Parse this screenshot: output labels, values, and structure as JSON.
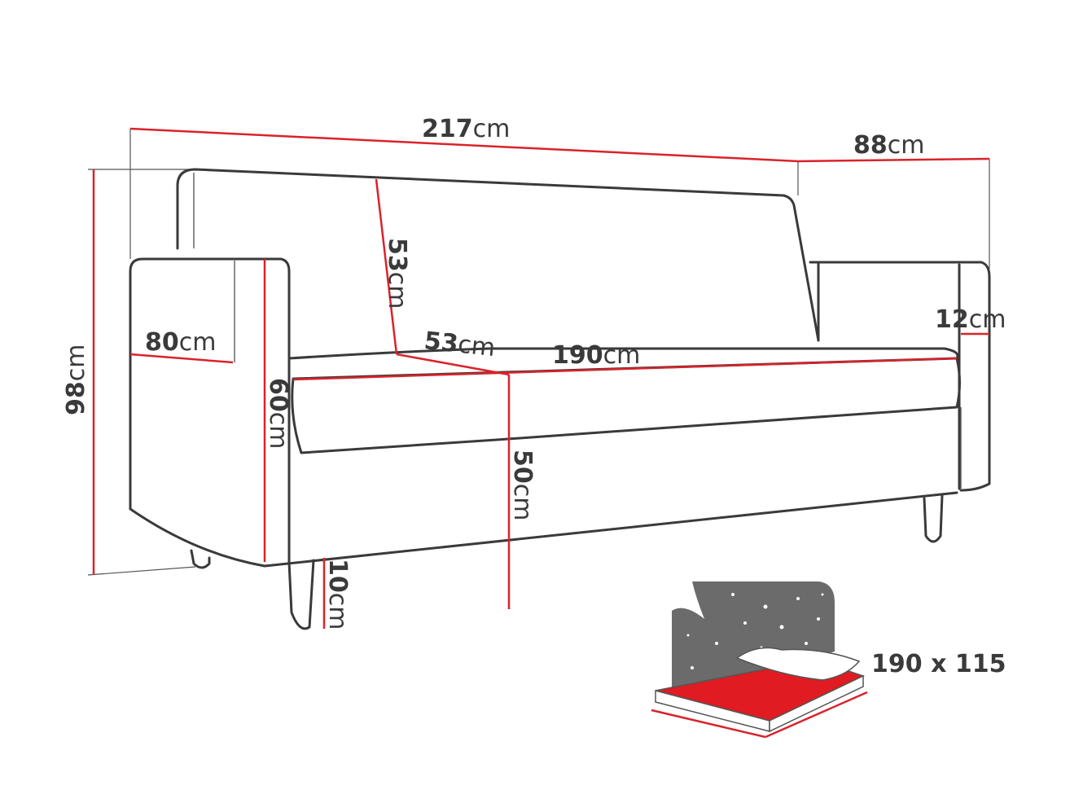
{
  "accent_color": "#d9232a",
  "outline_color": "#3a3a3a",
  "dimensions": {
    "total_width": {
      "value": "217",
      "unit": "cm"
    },
    "depth": {
      "value": "88",
      "unit": "cm"
    },
    "height": {
      "value": "98",
      "unit": "cm"
    },
    "arm_depth": {
      "value": "80",
      "unit": "cm"
    },
    "backrest_height": {
      "value": "53",
      "unit": "cm"
    },
    "seat_depth": {
      "value": "53",
      "unit": "cm"
    },
    "seat_width": {
      "value": "190",
      "unit": "cm"
    },
    "arm_width": {
      "value": "12",
      "unit": "cm"
    },
    "arm_height": {
      "value": "60",
      "unit": "cm"
    },
    "seat_height": {
      "value": "50",
      "unit": "cm"
    },
    "leg_height": {
      "value": "10",
      "unit": "cm"
    }
  },
  "sleeping_area": {
    "label": "190 x 115",
    "icon": "bed-icon"
  }
}
